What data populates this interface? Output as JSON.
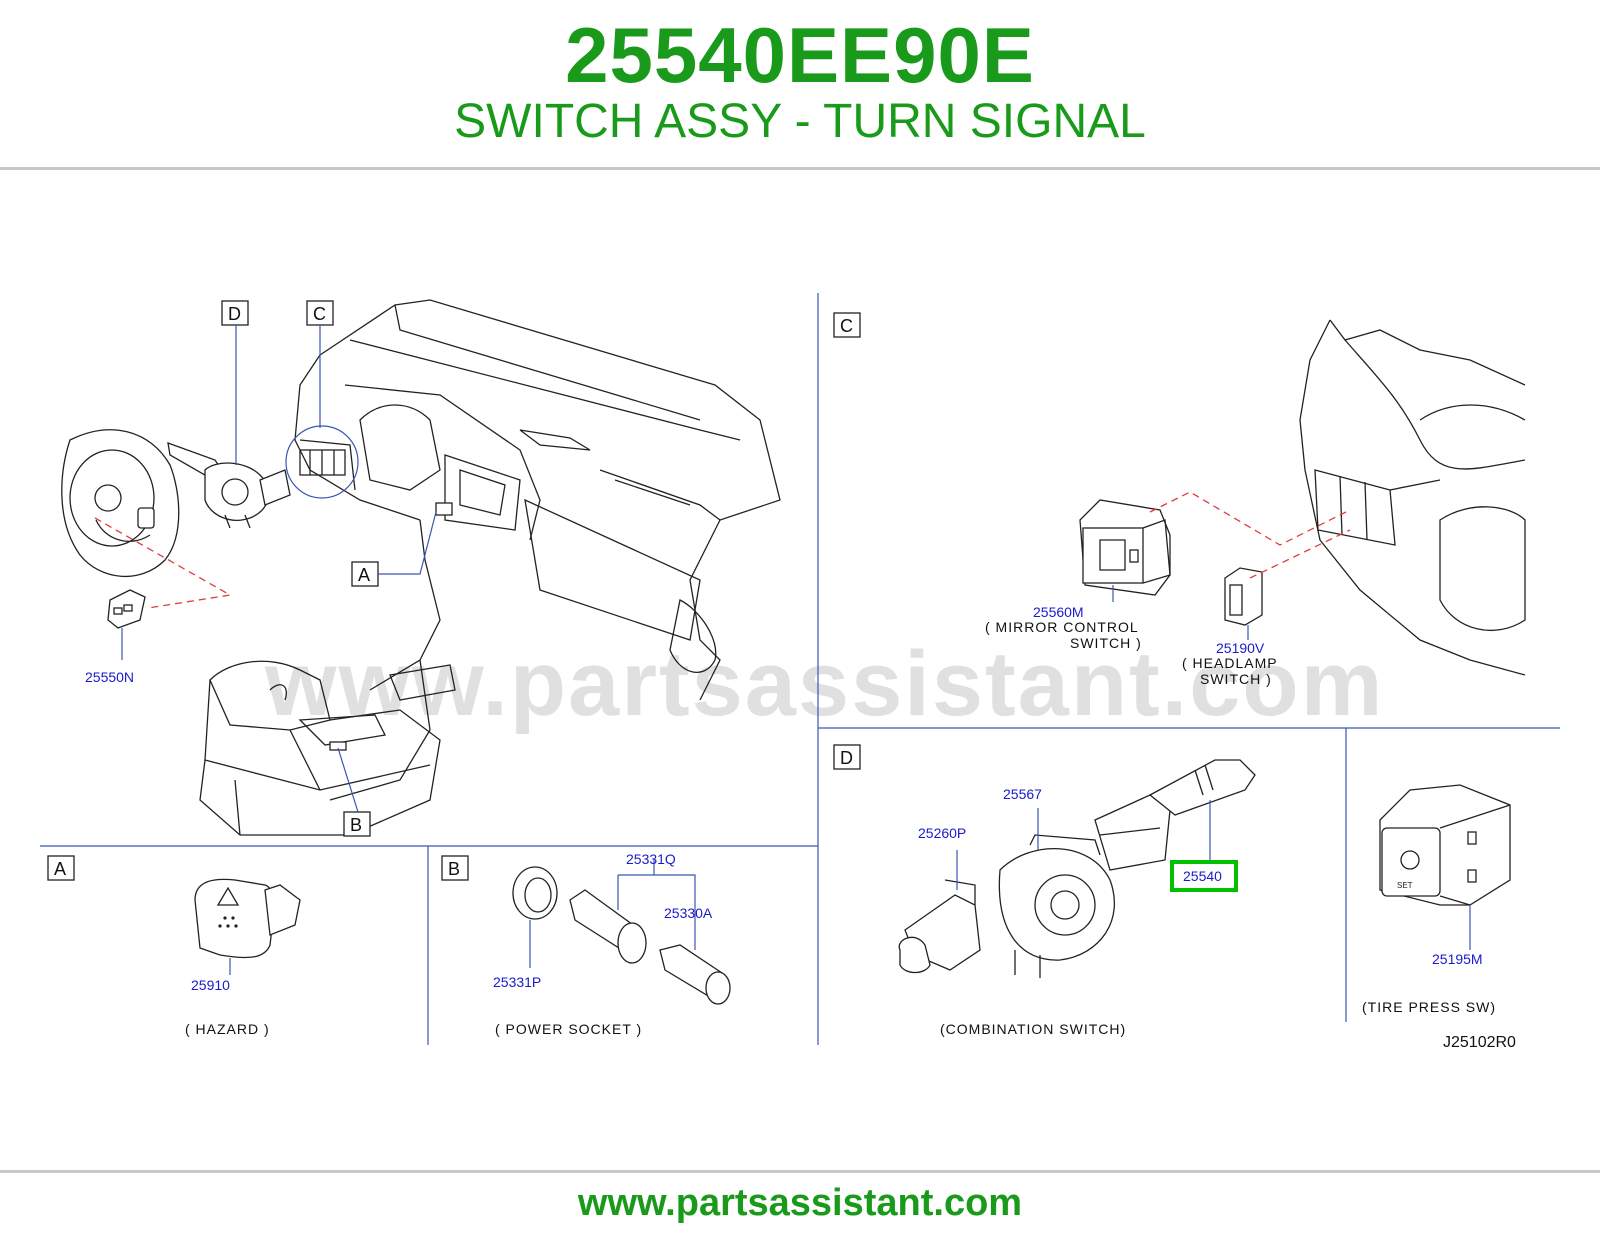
{
  "header": {
    "part_number": "25540EE90E",
    "part_title": "SWITCH ASSY - TURN SIGNAL"
  },
  "footer": {
    "url": "www.partsassistant.com"
  },
  "watermark": "www.partsassistant.com",
  "diagram": {
    "code": "J25102R0",
    "highlight_color": "#00c000",
    "sections": {
      "main": {
        "callouts": [
          "D",
          "C",
          "A",
          "B"
        ],
        "part": "25550N"
      },
      "C": {
        "letter": "C",
        "parts": [
          "25560M",
          "25190V"
        ],
        "captions": [
          "( MIRROR  CONTROL",
          "SWITCH )",
          "( HEADLAMP",
          "SWITCH )"
        ]
      },
      "D": {
        "letter": "D",
        "parts": [
          "25260P",
          "25567",
          "25540"
        ],
        "caption": "(COMBINATION   SWITCH)"
      },
      "tire": {
        "part": "25195M",
        "caption": "(TIRE   PRESS   SW)"
      },
      "A": {
        "letter": "A",
        "part": "25910",
        "caption": "( HAZARD )"
      },
      "B": {
        "letter": "B",
        "parts": [
          "25331Q",
          "25330A",
          "25331P"
        ],
        "caption": "( POWER   SOCKET )"
      }
    }
  }
}
